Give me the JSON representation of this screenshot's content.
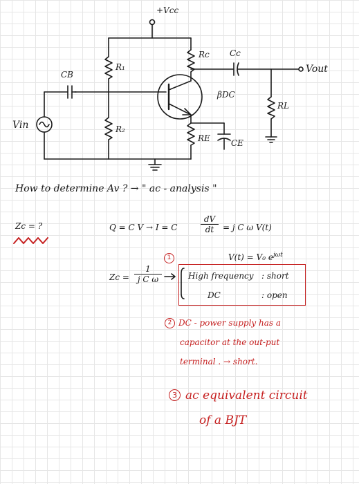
{
  "colors": {
    "ink": "#1a1a1a",
    "red": "#c62020",
    "grid": "#e6e6e6"
  },
  "circuit": {
    "vcc": "+Vcc",
    "r1": "R₁",
    "r2": "R₂",
    "rc": "Rc",
    "cc": "Cc",
    "cb": "CB",
    "vout": "Vout",
    "beta": "βDC",
    "rl": "RL",
    "re": "RE",
    "ce": "CE",
    "vin": "Vin"
  },
  "notes": {
    "question_line": "How to determine Av ? → \" ac - analysis \"",
    "zc_question": "Zc = ?",
    "q_eq": "Q = C V → I = C",
    "dv": "dV",
    "dt": "dt",
    "i_result": "= j C ω V(t)",
    "phasor": "V(t) = V₀ e",
    "phasor_exp": "jωt",
    "zc_eq": "Zc =",
    "one": "1",
    "jcw": "j C ω",
    "step1_num": "1",
    "high_freq": "High frequency",
    "short_label": ": short",
    "dc": "DC",
    "open_label": ": open",
    "step2_num": "2",
    "step2_line1": "DC - power supply has a",
    "step2_line2": "capacitor at the out-put",
    "step2_line3": "terminal . → short.",
    "step3_num": "3",
    "step3_line1": "ac equivalent circuit",
    "step3_line2": "of a BJT"
  }
}
